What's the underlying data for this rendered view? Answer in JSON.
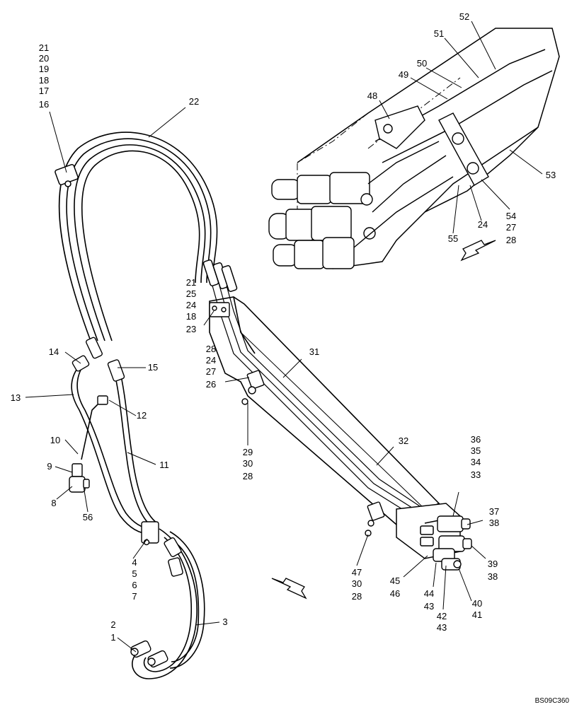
{
  "figure_code": "BS09C360",
  "callouts": {
    "c21a": "21",
    "c20": "20",
    "c19": "19",
    "c18a": "18",
    "c17": "17",
    "c16": "16",
    "c22": "22",
    "c14": "14",
    "c15": "15",
    "c13": "13",
    "c12": "12",
    "c10": "10",
    "c11": "11",
    "c9": "9",
    "c8": "8",
    "c56": "56",
    "c4": "4",
    "c5": "5",
    "c6": "6",
    "c7": "7",
    "c2": "2",
    "c1": "1",
    "c3": "3",
    "c21b": "21",
    "c25": "25",
    "c24a": "24",
    "c18b": "18",
    "c23": "23",
    "c28a": "28",
    "c24b": "24",
    "c27a": "27",
    "c26": "26",
    "c31": "31",
    "c29": "29",
    "c30a": "30",
    "c28b": "28",
    "c32": "32",
    "c36": "36",
    "c35": "35",
    "c34": "34",
    "c33": "33",
    "c37": "37",
    "c38a": "38",
    "c39": "39",
    "c38b": "38",
    "c47": "47",
    "c30b": "30",
    "c28c": "28",
    "c45": "45",
    "c46": "46",
    "c44": "44",
    "c43a": "43",
    "c42": "42",
    "c43b": "43",
    "c40": "40",
    "c41": "41",
    "c52": "52",
    "c51": "51",
    "c50": "50",
    "c49": "49",
    "c48": "48",
    "c53": "53",
    "c54": "54",
    "c27b": "27",
    "c28d": "28",
    "c24c": "24",
    "c55": "55"
  }
}
